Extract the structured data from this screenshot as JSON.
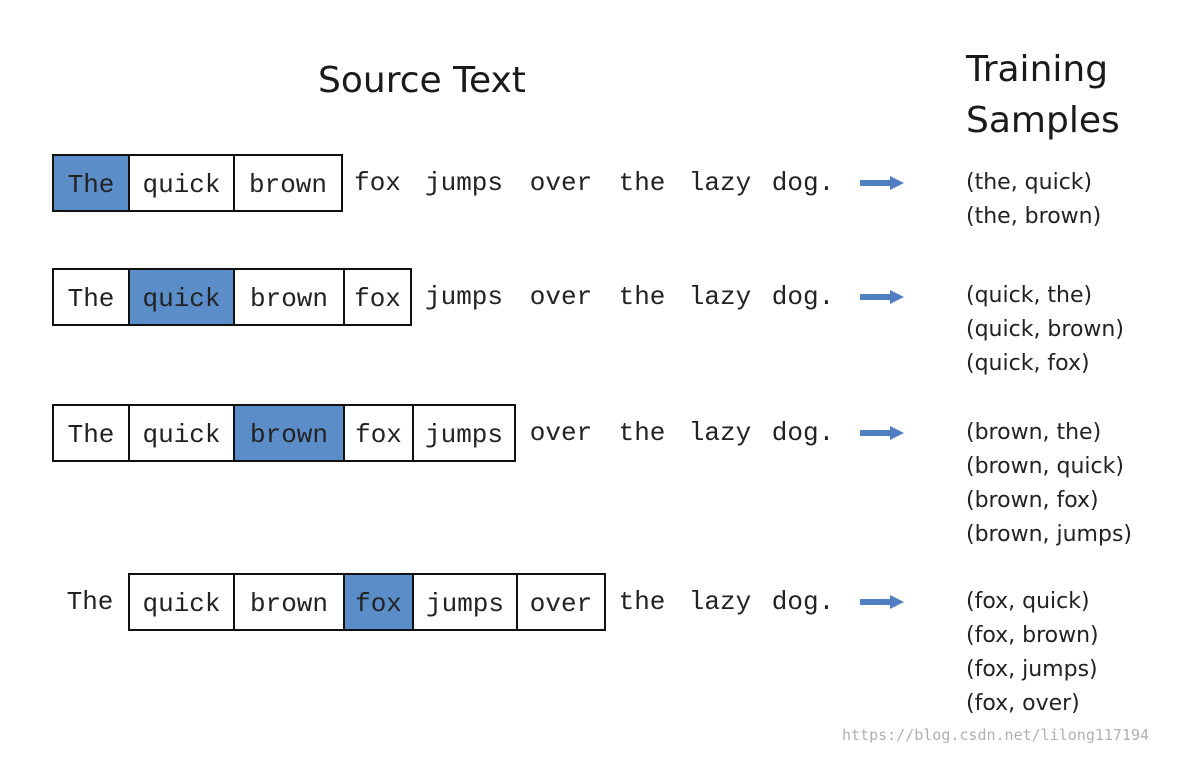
{
  "headers": {
    "source": "Source Text",
    "training_line1": "Training",
    "training_line2": "Samples"
  },
  "rows": [
    {
      "tokens": [
        "The",
        "quick",
        "brown",
        "fox",
        "jumps",
        "over",
        "the",
        "lazy",
        "dog."
      ],
      "window_start": 0,
      "window_end": 2,
      "center": 0,
      "samples": [
        "(the, quick)",
        "(the, brown)"
      ]
    },
    {
      "tokens": [
        "The",
        "quick",
        "brown",
        "fox",
        "jumps",
        "over",
        "the",
        "lazy",
        "dog."
      ],
      "window_start": 0,
      "window_end": 3,
      "center": 1,
      "samples": [
        "(quick, the)",
        "(quick, brown)",
        "(quick, fox)"
      ]
    },
    {
      "tokens": [
        "The",
        "quick",
        "brown",
        "fox",
        "jumps",
        "over",
        "the",
        "lazy",
        "dog."
      ],
      "window_start": 0,
      "window_end": 4,
      "center": 2,
      "samples": [
        "(brown, the)",
        "(brown, quick)",
        "(brown, fox)",
        "(brown, jumps)"
      ]
    },
    {
      "tokens": [
        "The",
        "quick",
        "brown",
        "fox",
        "jumps",
        "over",
        "the",
        "lazy",
        "dog."
      ],
      "window_start": 1,
      "window_end": 5,
      "center": 3,
      "samples": [
        "(fox, quick)",
        "(fox, brown)",
        "(fox, jumps)",
        "(fox, over)"
      ]
    }
  ],
  "colors": {
    "highlight": "#5b8ec9",
    "arrow": "#4f7fc0",
    "border": "#111111"
  },
  "watermark": "https://blog.csdn.net/lilong117194"
}
